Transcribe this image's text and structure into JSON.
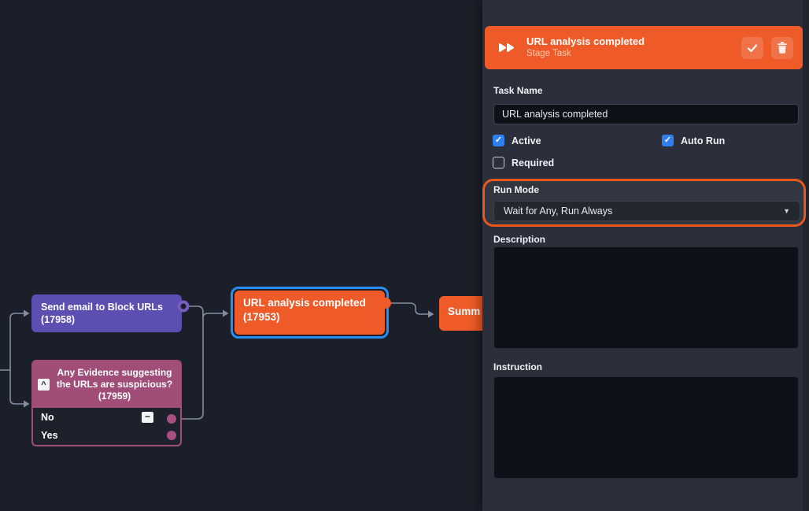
{
  "colors": {
    "canvas_bg": "#1b1f29",
    "panel_bg": "#2a2f3b",
    "accent": "#ee5a28",
    "annotation": "#e8581d",
    "selection_blue": "#2b8cf2",
    "checkbox_blue": "#2f80ed",
    "node_purple": "#5c4fb2",
    "node_maroon": "#a04d78",
    "port_purple": "#7a5cc0",
    "port_maroon": "#a84f80",
    "connector": "#848da0",
    "input_bg": "#0d1118"
  },
  "canvas": {
    "nodes": [
      {
        "id": "send-email",
        "label": "Send email to Block URLs (17958)"
      },
      {
        "id": "decision",
        "label": "Any Evidence suggesting the URLs are suspicious? (17959)",
        "outputs": [
          {
            "label": "No"
          },
          {
            "label": "Yes"
          }
        ]
      },
      {
        "id": "url-analysis",
        "label": "URL analysis completed (17953)",
        "selected": true
      },
      {
        "id": "summary",
        "label": "Summ"
      }
    ]
  },
  "panel": {
    "header": {
      "title": "URL analysis completed",
      "subtitle": "Stage Task",
      "icons": [
        "fast-forward-icon",
        "check-icon",
        "trash-icon"
      ]
    },
    "fields": {
      "task_name": {
        "label": "Task Name",
        "value": "URL analysis completed"
      },
      "checkboxes": [
        {
          "label": "Active",
          "checked": true
        },
        {
          "label": "Auto Run",
          "checked": true
        },
        {
          "label": "Required",
          "checked": false
        }
      ],
      "run_mode": {
        "label": "Run Mode",
        "value": "Wait for Any, Run Always",
        "annotated": true
      },
      "description": {
        "label": "Description",
        "value": ""
      },
      "instruction": {
        "label": "Instruction",
        "value": ""
      }
    }
  },
  "icons": {
    "check_glyph": "✓",
    "caret_down_glyph": "▼",
    "minus_glyph": "−",
    "collapse_up_glyph": "^"
  }
}
